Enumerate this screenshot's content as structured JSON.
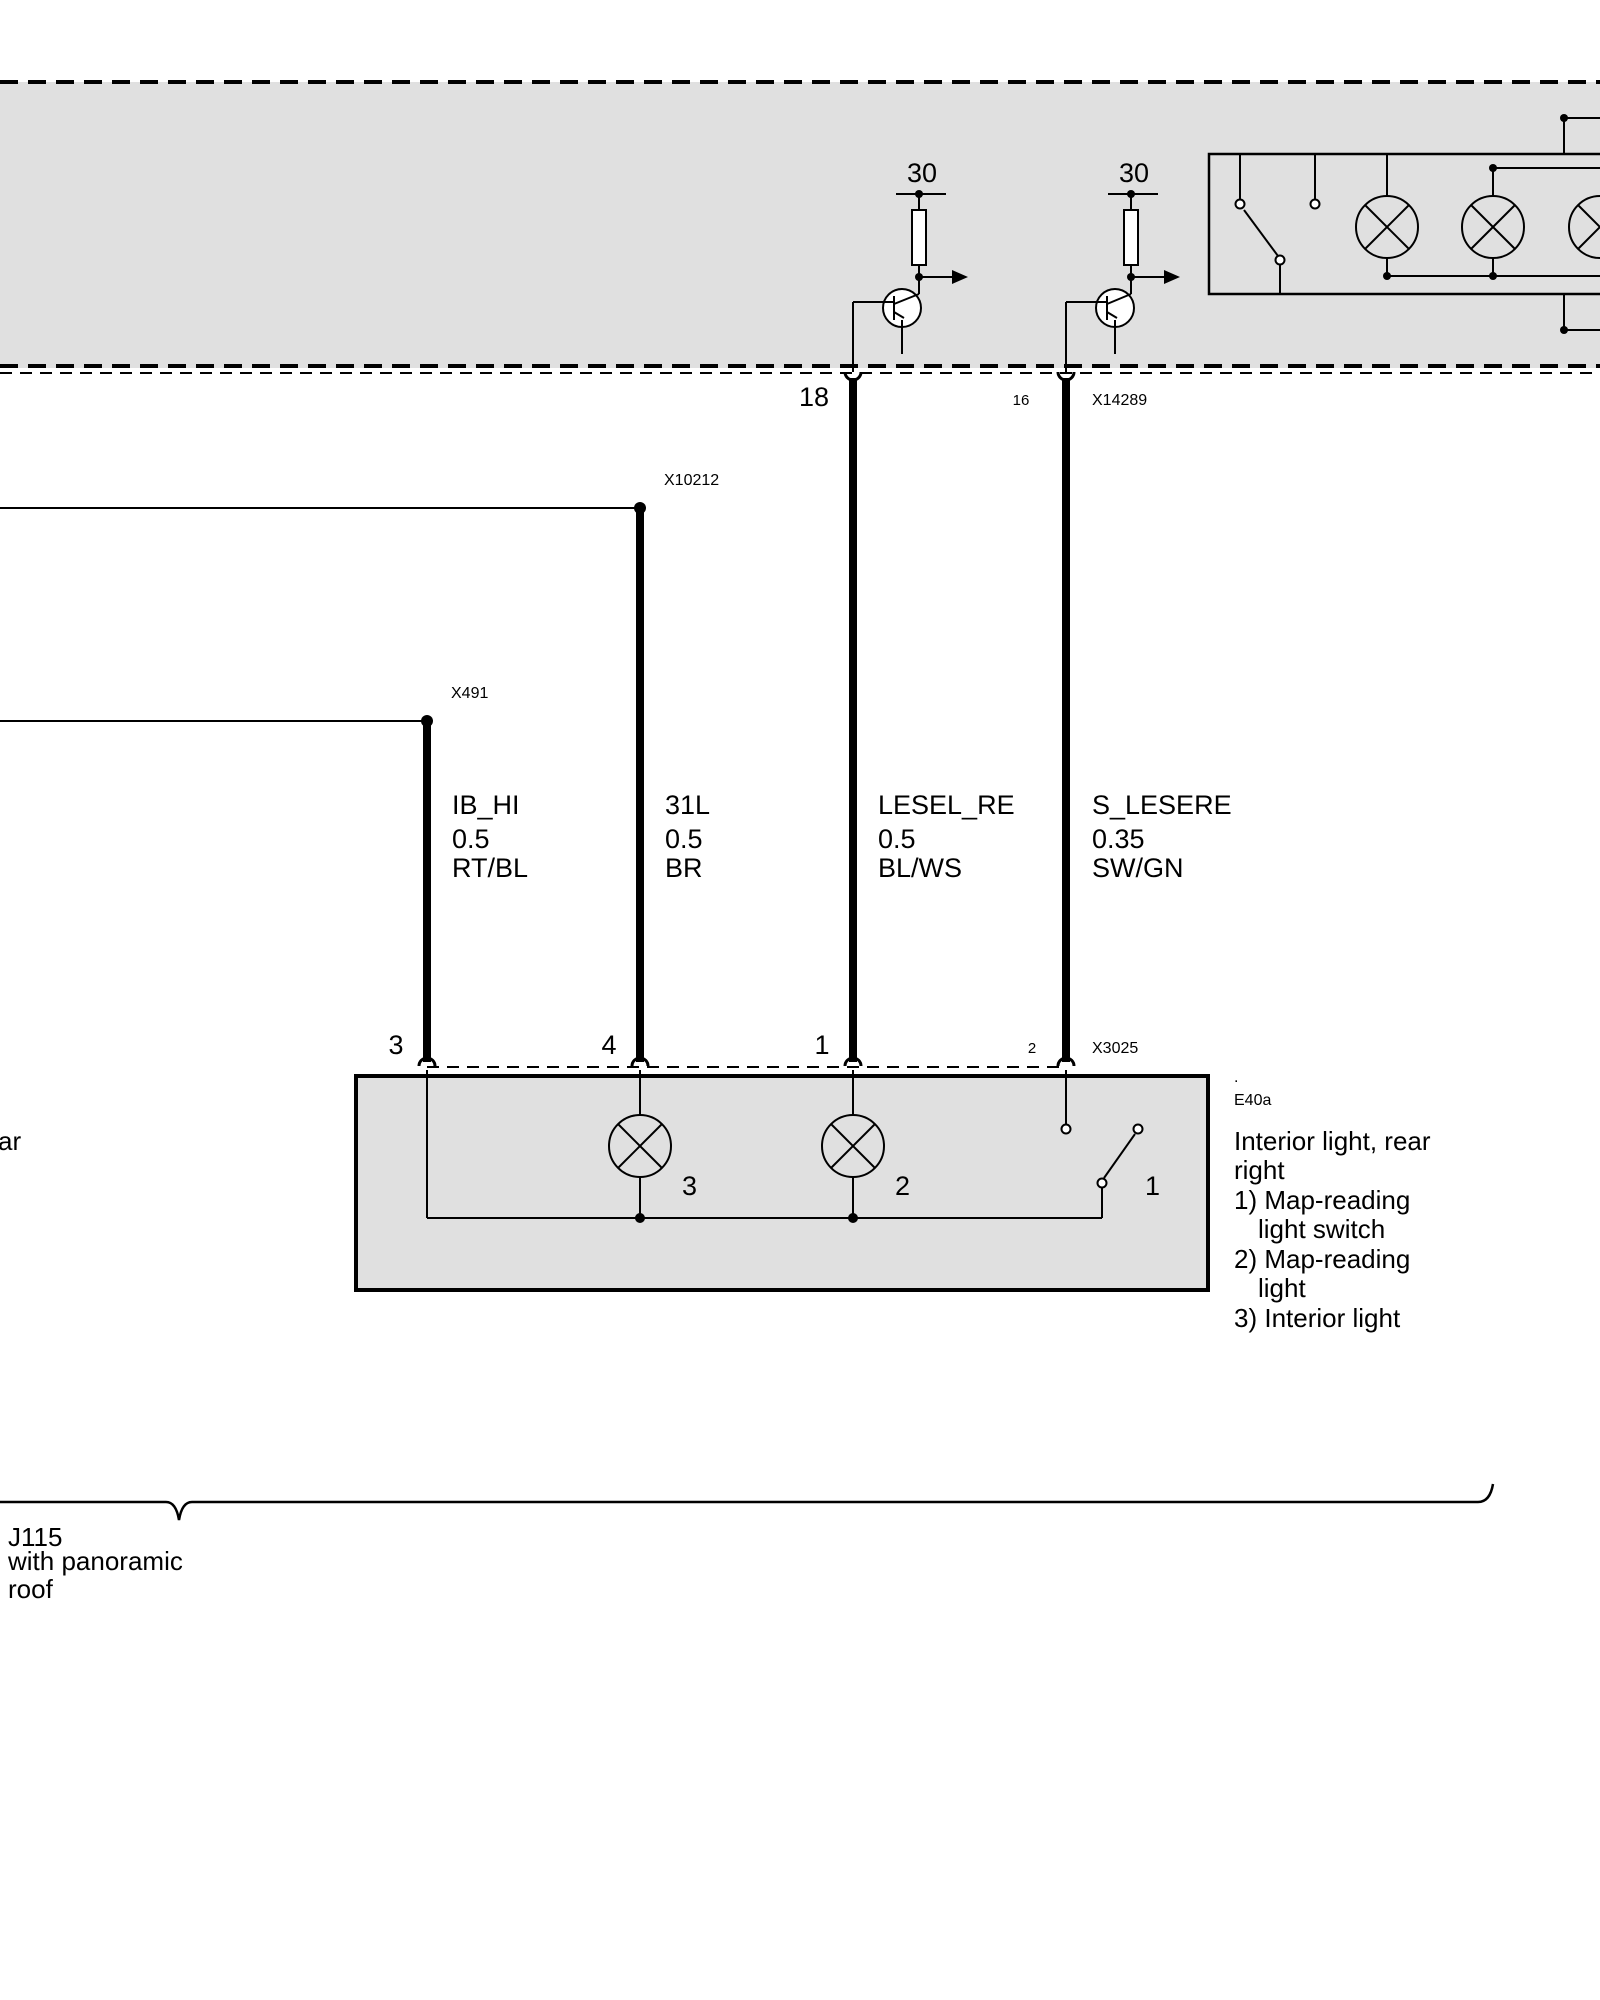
{
  "control_unit": {
    "supply_left": "30",
    "supply_right": "30"
  },
  "connectors": {
    "upper": "X14289",
    "upper_pin_left": "18",
    "upper_pin_right": "16",
    "x10212": "X10212",
    "x491": "X491",
    "lower": "X3025",
    "lower_pin_1": "3",
    "lower_pin_2": "4",
    "lower_pin_3": "1",
    "lower_pin_4": "2"
  },
  "wires": [
    {
      "name": "IB_HI",
      "size": "0.5",
      "color": "RT/BL"
    },
    {
      "name": "31L",
      "size": "0.5",
      "color": "BR"
    },
    {
      "name": "LESEL_RE",
      "size": "0.5",
      "color": "BL/WS"
    },
    {
      "name": "S_LESERE",
      "size": "0.35",
      "color": "SW/GN"
    }
  ],
  "component": {
    "dot": ".",
    "id": "E40a",
    "desc_line1": "Interior light, rear",
    "desc_line2": "right",
    "desc_line3": "1) Map-reading",
    "desc_line4": "light switch",
    "desc_line5": "2) Map-reading",
    "desc_line6": "light",
    "desc_line7": "3) Interior light",
    "item_3": "3",
    "item_2": "2",
    "item_1": "1"
  },
  "left_fragment": "ar",
  "variant": {
    "code": "J115",
    "line2": "with panoramic",
    "line3": "roof"
  }
}
